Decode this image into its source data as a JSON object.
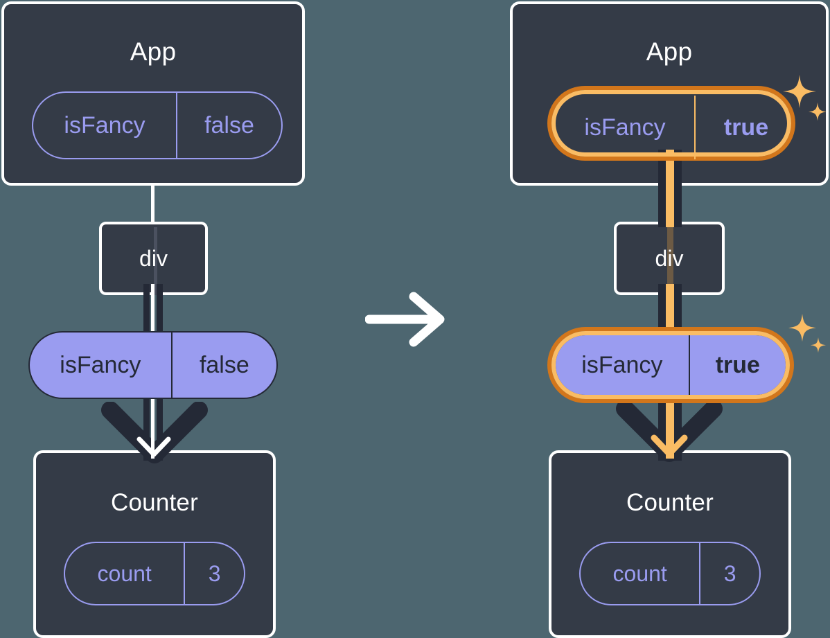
{
  "diagram": {
    "type": "react-state-propagation",
    "title": "",
    "background_color": "#4d6670",
    "panel_color": "#343b47",
    "accent_purple": "#9a9cf0",
    "accent_orange_outer": "#d2761b",
    "accent_orange_inner": "#fabc64",
    "transition_icon": "right-arrow-icon"
  },
  "before": {
    "app": {
      "title": "App",
      "state": {
        "key": "isFancy",
        "value": "false",
        "highlighted": false
      }
    },
    "div": {
      "label": "div"
    },
    "prop": {
      "key": "isFancy",
      "value": "false",
      "highlighted": false
    },
    "counter": {
      "title": "Counter",
      "state": {
        "key": "count",
        "value": "3",
        "highlighted": false
      }
    }
  },
  "after": {
    "app": {
      "title": "App",
      "state": {
        "key": "isFancy",
        "value": "true",
        "highlighted": true
      }
    },
    "div": {
      "label": "div"
    },
    "prop": {
      "key": "isFancy",
      "value": "true",
      "highlighted": true
    },
    "counter": {
      "title": "Counter",
      "state": {
        "key": "count",
        "value": "3",
        "highlighted": false
      }
    },
    "sparkle_large": "sparkle-icon",
    "sparkle_small": "sparkle-icon"
  }
}
